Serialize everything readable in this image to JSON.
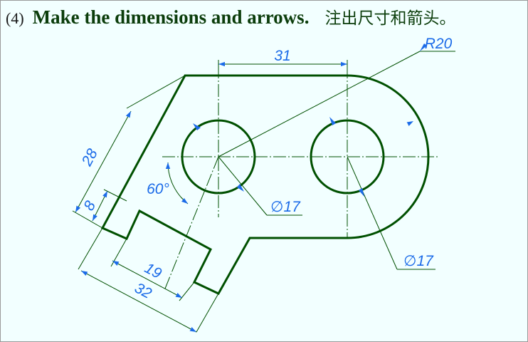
{
  "title": {
    "number": "(4)",
    "english": "Make the dimensions and arrows.",
    "chinese": "注出尺寸和箭头。"
  },
  "dimensions": {
    "hole_spacing": "31",
    "outer_radius": "R20",
    "left_hole_diameter": "∅17",
    "right_hole_diameter": "∅17",
    "angle": "60°",
    "slant_length": "28",
    "step_height": "8",
    "slot_width": "19",
    "overall_width": "32"
  },
  "colors": {
    "outline": "#005000",
    "thin_line": "#005000",
    "dimension_text": "#1b6be8",
    "arrow": "#1b6be8",
    "background": "#f2ffff"
  }
}
